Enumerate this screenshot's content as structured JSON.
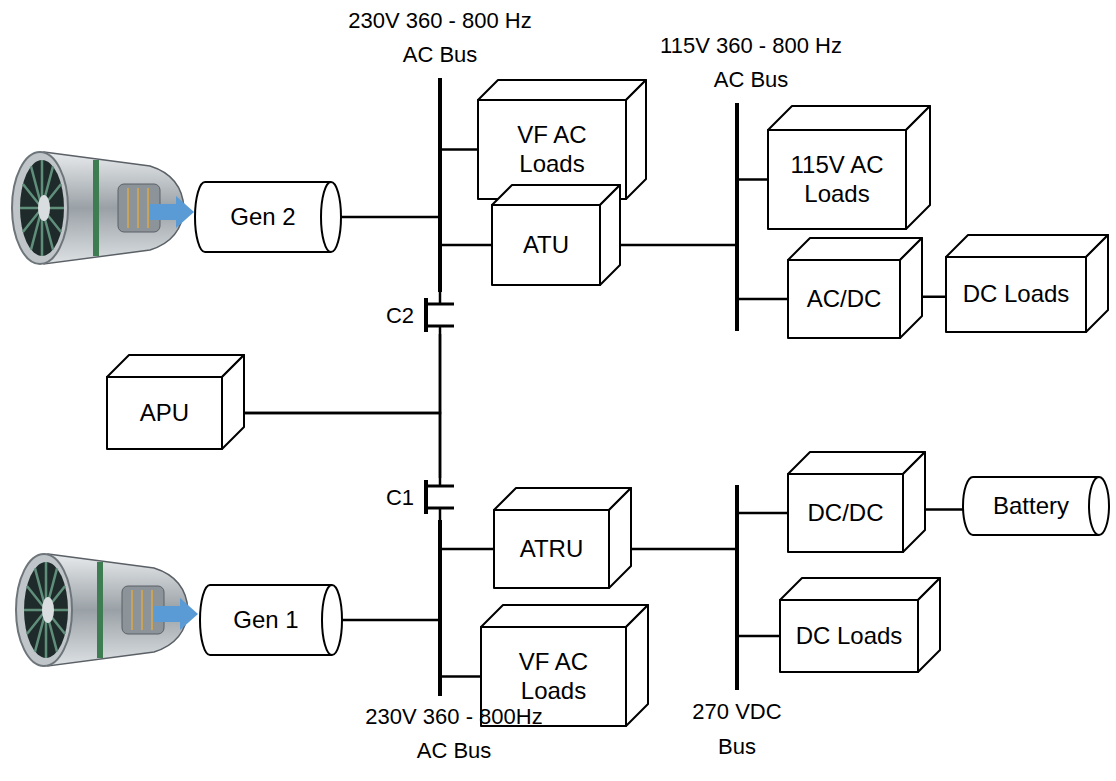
{
  "diagram": {
    "nodes": [
      {
        "text": [
          "230V 360 - 800 Hz AC Bus"
        ]
      },
      {
        "text": [
          "115V 360 - 800 Hz AC Bus"
        ]
      },
      {
        "text": [
          "VF AC Loads"
        ]
      },
      {
        "text": [
          "115V AC Loads"
        ]
      },
      {
        "text": [
          "Gen 2"
        ]
      },
      {
        "text": [
          "ATU"
        ]
      },
      {
        "text": [
          "AC/DC"
        ]
      },
      {
        "text": [
          "DC Loads"
        ]
      },
      {
        "text": [
          "C2"
        ]
      },
      {
        "text": [
          "APU"
        ]
      },
      {
        "text": [
          "C1"
        ]
      },
      {
        "text": [
          "ATRU"
        ]
      },
      {
        "text": [
          "DC/DC"
        ]
      },
      {
        "text": [
          "Battery"
        ]
      },
      {
        "text": [
          "Gen 1"
        ]
      },
      {
        "text": [
          "DC Loads"
        ]
      },
      {
        "text": [
          "VF AC Loads"
        ]
      },
      {
        "text": [
          "230V 360 - 800Hz AC Bus"
        ]
      },
      {
        "text": [
          "270 VDC Bus"
        ]
      }
    ],
    "edges": [
      {
        "from": 0,
        "to": 2,
        "arrow": "none"
      },
      {
        "from": 4,
        "to": 0,
        "arrow": "none"
      },
      {
        "from": 0,
        "to": 5,
        "arrow": "none"
      },
      {
        "from": 5,
        "to": 1,
        "arrow": "none"
      },
      {
        "from": 1,
        "to": 3,
        "arrow": "none"
      },
      {
        "from": 1,
        "to": 6,
        "arrow": "none"
      },
      {
        "from": 6,
        "to": 7,
        "arrow": "none"
      },
      {
        "from": 0,
        "to": 8,
        "arrow": "none"
      },
      {
        "from": 9,
        "to": 8,
        "arrow": "none"
      },
      {
        "from": 9,
        "to": 10,
        "arrow": "none"
      },
      {
        "from": 8,
        "to": 10,
        "arrow": "none"
      },
      {
        "from": 10,
        "to": 17,
        "arrow": "none"
      },
      {
        "from": 17,
        "to": 11,
        "arrow": "none"
      },
      {
        "from": 11,
        "to": 18,
        "arrow": "none"
      },
      {
        "from": 18,
        "to": 12,
        "arrow": "none"
      },
      {
        "from": 12,
        "to": 13,
        "arrow": "none"
      },
      {
        "from": 18,
        "to": 15,
        "arrow": "none"
      },
      {
        "from": 14,
        "to": 17,
        "arrow": "none"
      },
      {
        "from": 17,
        "to": 16,
        "arrow": "none"
      }
    ]
  }
}
